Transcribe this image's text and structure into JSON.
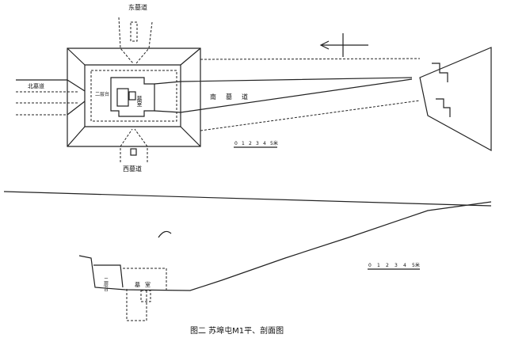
{
  "plan": {
    "east_ramp": "东墓道",
    "west_ramp": "西墓道",
    "north_ramp": "北墓道",
    "south_ramp": "南墓道",
    "ledge": "二层台",
    "chamber": "墓室",
    "scale": [
      "0",
      "1",
      "2",
      "3",
      "4",
      "5米"
    ]
  },
  "section": {
    "ledge": "二层台",
    "chamber": "墓室",
    "scale": [
      "0",
      "1",
      "2",
      "3",
      "4",
      "5米"
    ]
  },
  "caption": "图二  苏埠屯M1平、剖面图"
}
